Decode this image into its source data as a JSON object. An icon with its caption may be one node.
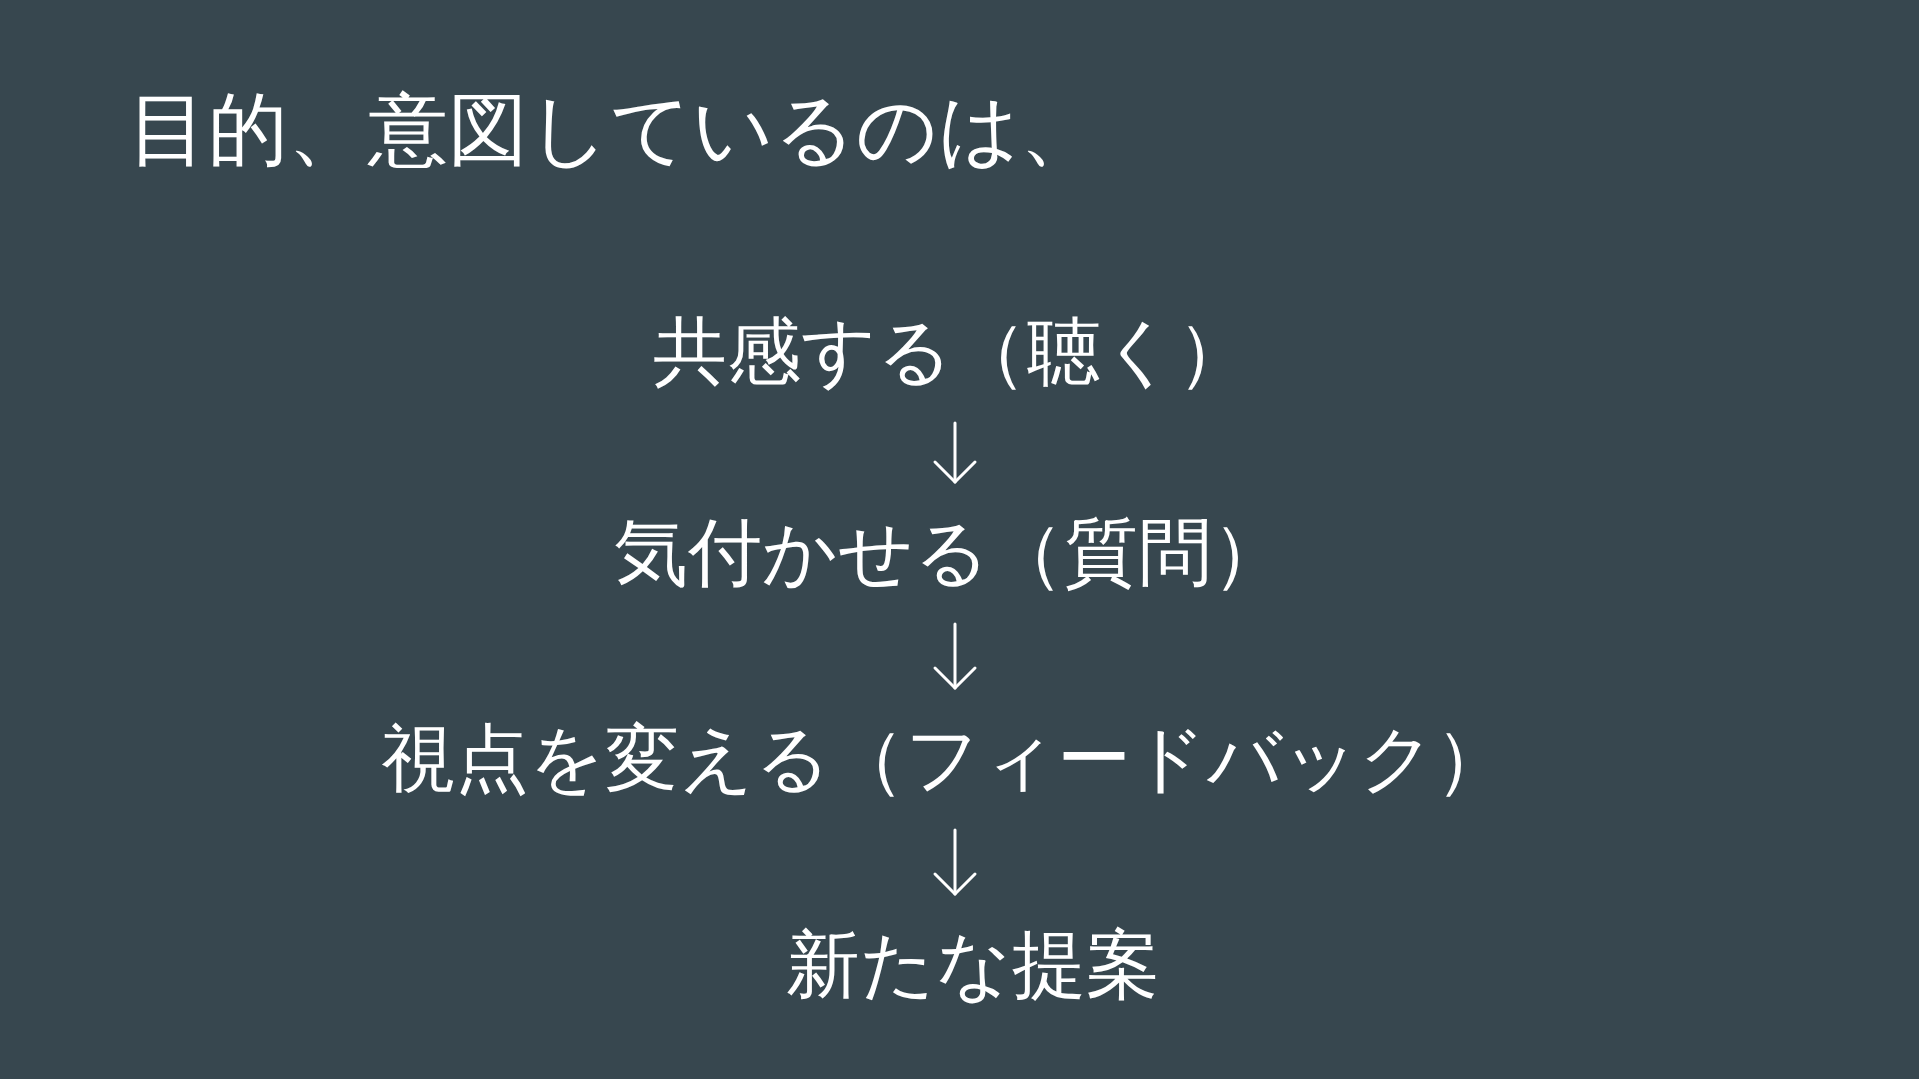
{
  "diagram": {
    "title": "目的、意図しているのは、",
    "nodes": [
      {
        "text": [
          "共感する（聴く）"
        ]
      },
      {
        "text": [
          "気付かせる（質問）"
        ]
      },
      {
        "text": [
          "視点を変える（フィードバック）"
        ]
      },
      {
        "text": [
          "新たな提案"
        ]
      }
    ],
    "edges": [
      {
        "from": 0,
        "to": 1,
        "arrow": "to"
      },
      {
        "from": 1,
        "to": 2,
        "arrow": "to"
      },
      {
        "from": 2,
        "to": 3,
        "arrow": "to"
      }
    ]
  }
}
